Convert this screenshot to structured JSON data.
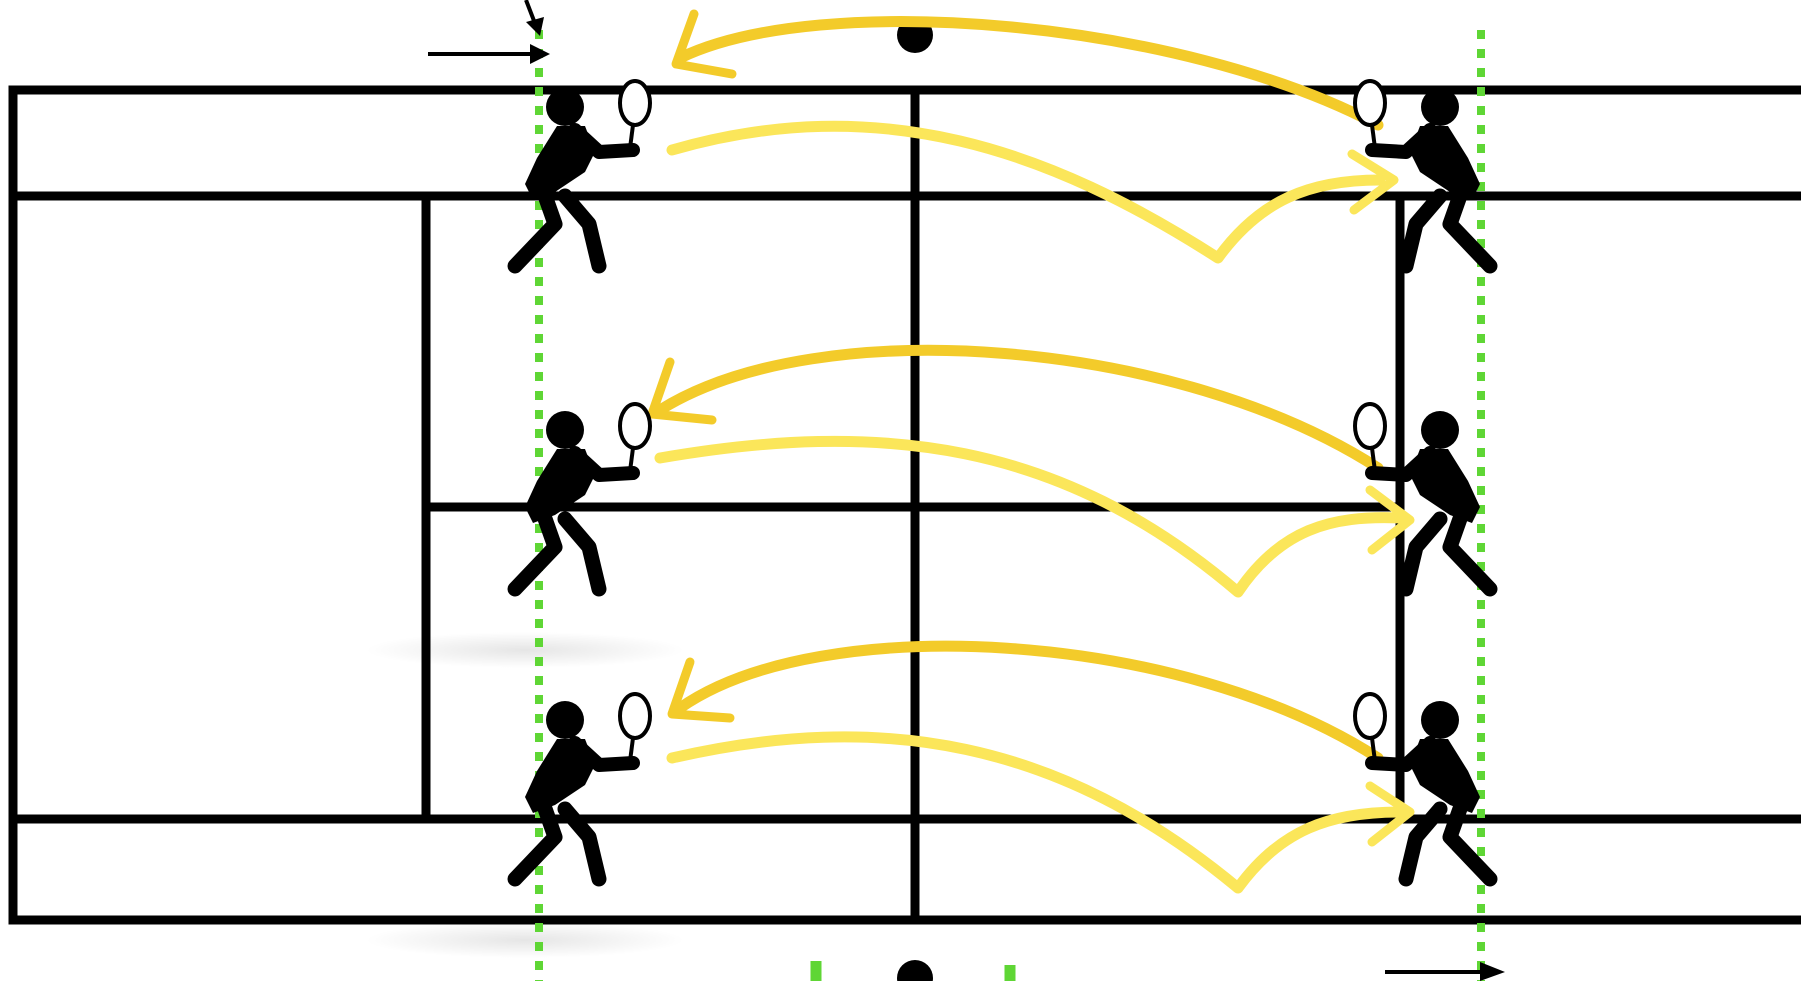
{
  "diagram": {
    "type": "tennis-drill",
    "colors": {
      "court_lines": "#000000",
      "player": "#000000",
      "ball_path": "#f7d23a",
      "ball_path_light": "#fbe65a",
      "guide_line": "#5fd635",
      "background": "#ffffff"
    },
    "icons": {
      "player": "tennis-player-icon",
      "ball_path": "curved-arrow",
      "pointer": "arrow-icon",
      "marker": "dot-marker"
    },
    "rows": [
      {
        "name": "top",
        "left_player": "tennis-player-icon",
        "right_player": "tennis-player-icon",
        "rally": [
          "volley-cross",
          "drive-bounce"
        ]
      },
      {
        "name": "middle",
        "left_player": "tennis-player-icon",
        "right_player": "tennis-player-icon",
        "rally": [
          "volley-cross",
          "drive-bounce"
        ]
      },
      {
        "name": "bottom",
        "left_player": "tennis-player-icon",
        "right_player": "tennis-player-icon",
        "rally": [
          "volley-cross",
          "drive-bounce"
        ]
      }
    ]
  }
}
